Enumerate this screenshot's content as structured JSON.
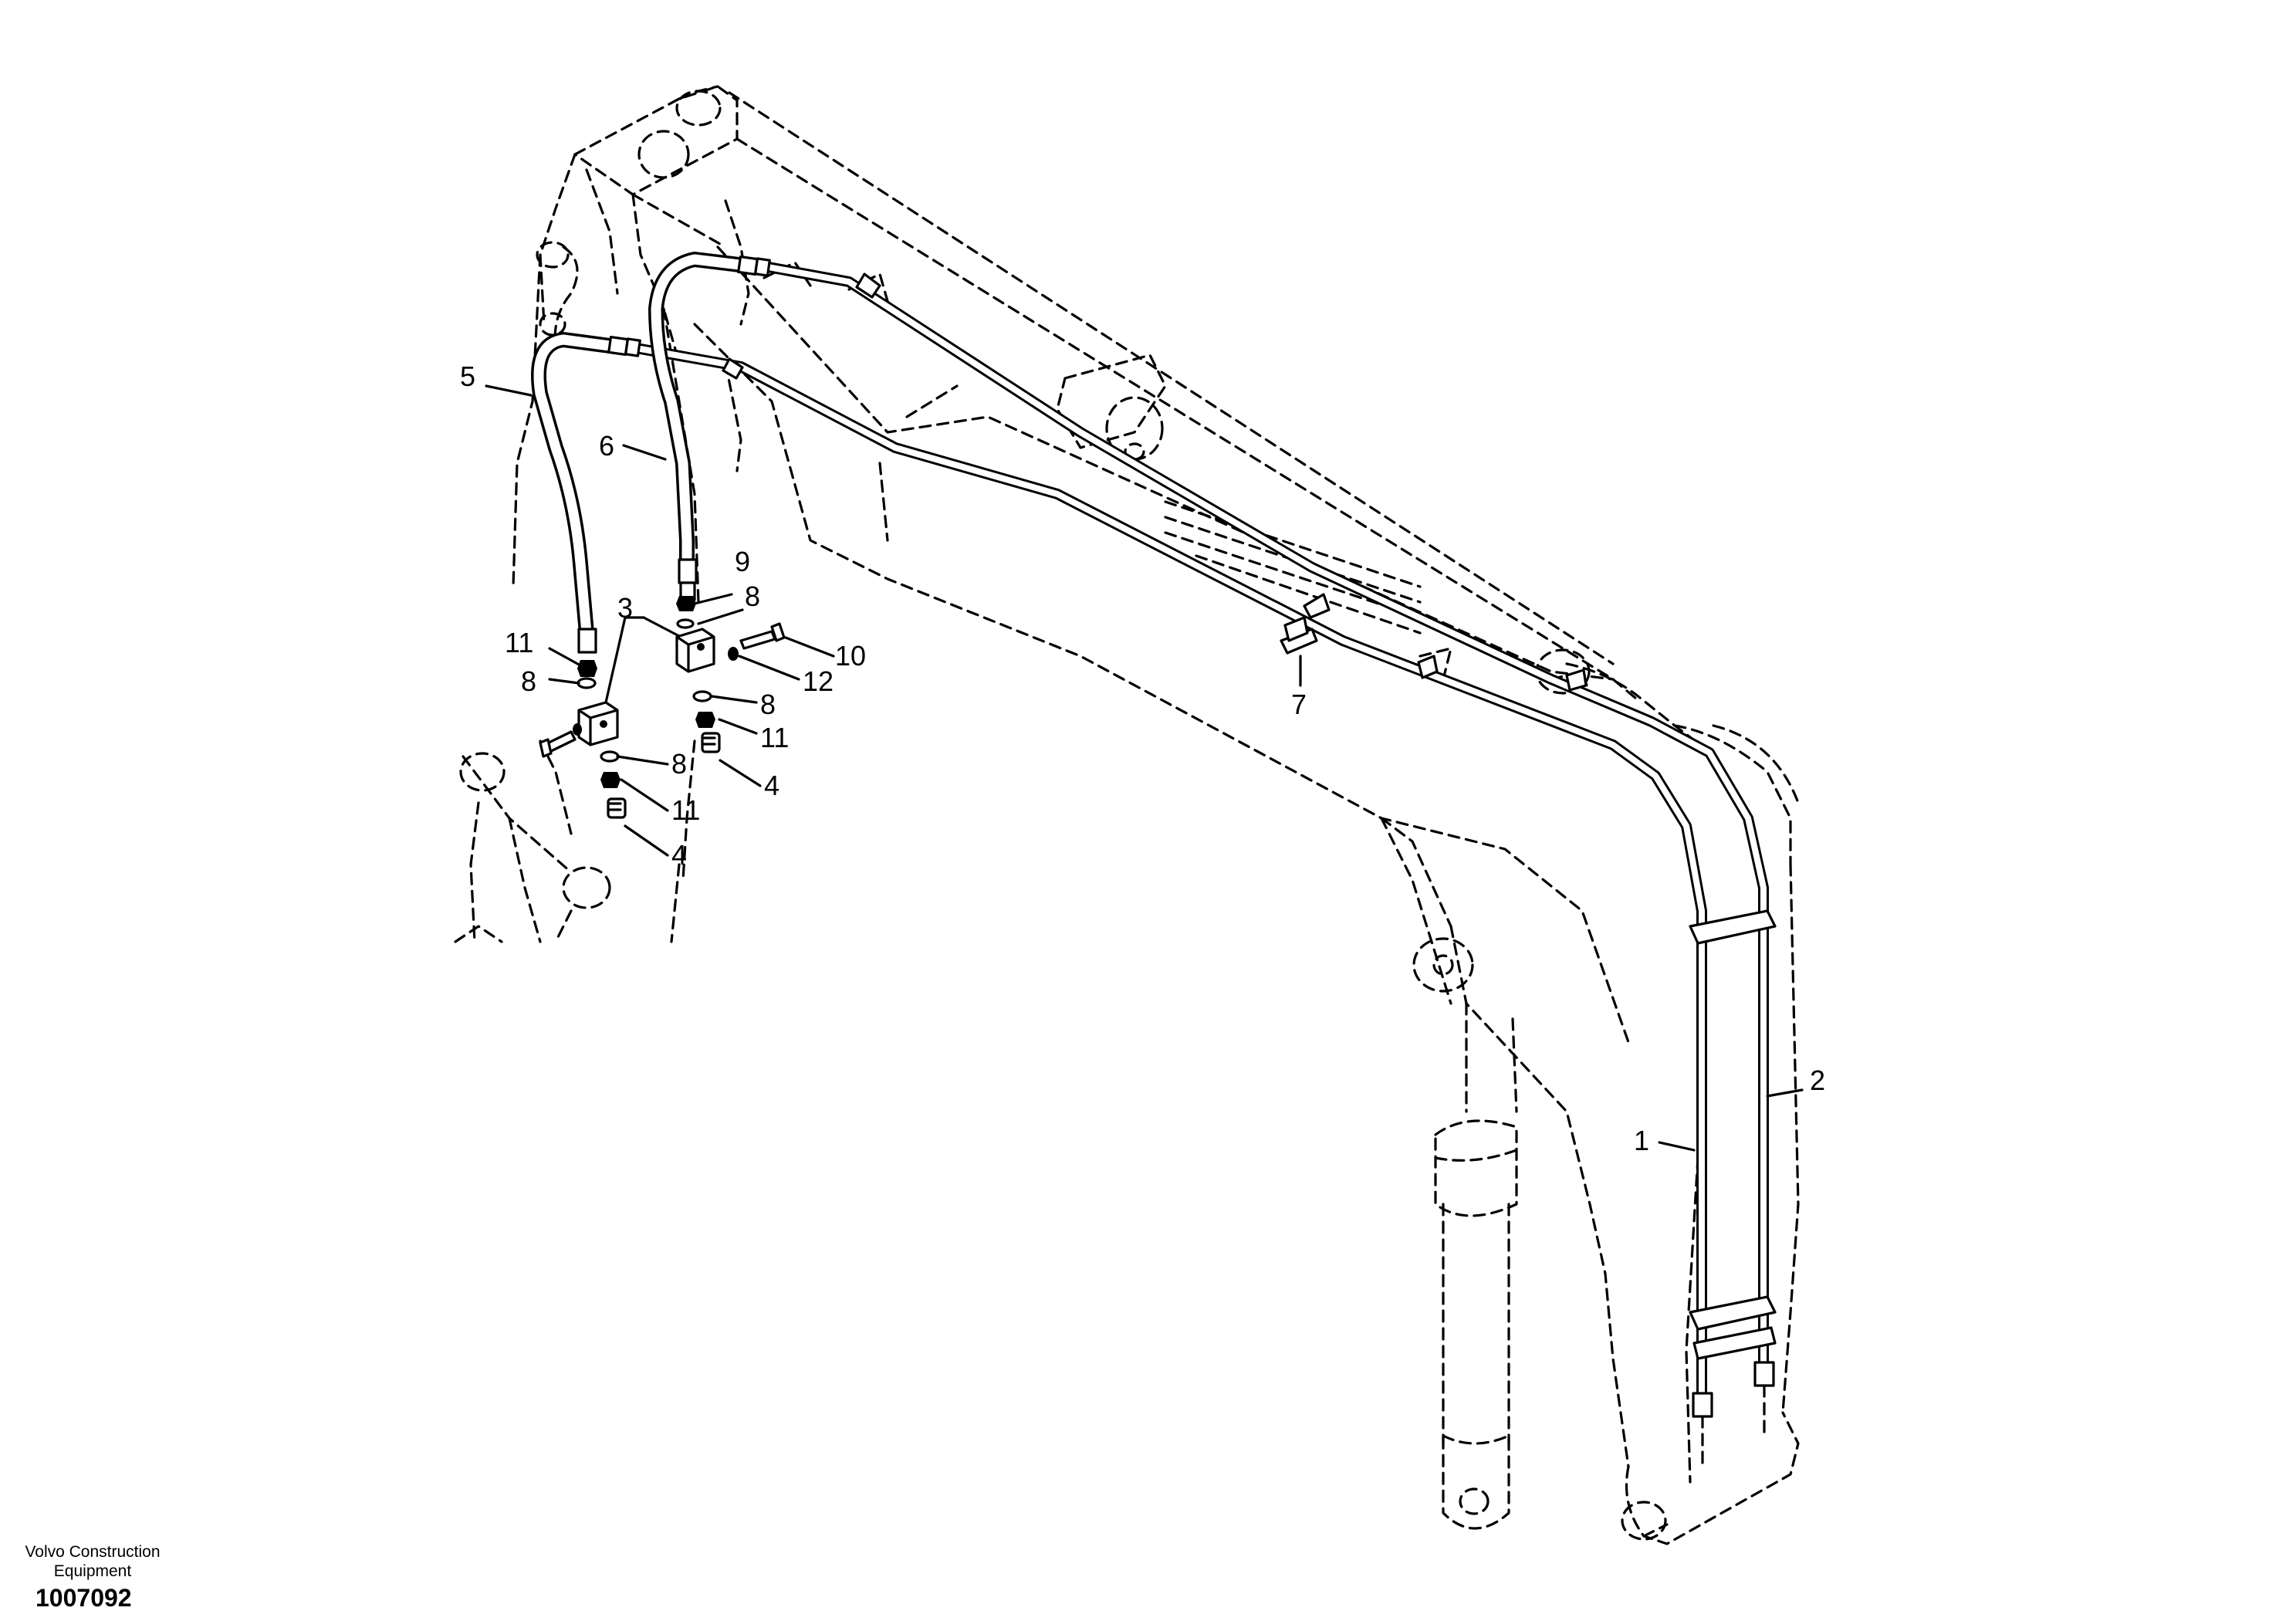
{
  "brand": {
    "line1": "Volvo Construction",
    "line2": "Equipment"
  },
  "document_number": "1007092",
  "callouts": {
    "c1": "1",
    "c2": "2",
    "c3": "3",
    "c4a": "4",
    "c4b": "4",
    "c5": "5",
    "c6": "6",
    "c7": "7",
    "c8a": "8",
    "c8b": "8",
    "c8c": "8",
    "c8d": "8",
    "c9": "9",
    "c10": "10",
    "c11a": "11",
    "c11b": "11",
    "c11c": "11",
    "c12": "12"
  }
}
